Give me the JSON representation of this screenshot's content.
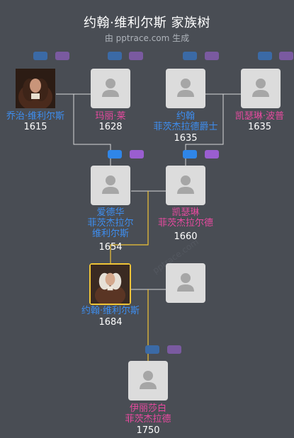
{
  "header": {
    "title": "约翰·维利尔斯 家族树",
    "subtitle": "由 pptrace.com 生成"
  },
  "watermark": "pptrace.com",
  "colors": {
    "background": "#494d54",
    "male": "#3e8ef0",
    "female": "#e84aa0",
    "line": "#d8d8d8",
    "highlight_line": "#f0c436"
  },
  "people": {
    "george": {
      "name_lines": [
        "乔治·维利尔斯"
      ],
      "year": "1615"
    },
    "mary": {
      "name_lines": [
        "玛丽·莱"
      ],
      "year": "1628"
    },
    "john_fenwick": {
      "name_lines": [
        "约翰",
        "菲茨杰拉德爵士"
      ],
      "year": "1635"
    },
    "catherine_power": {
      "name_lines": [
        "凯瑟琳·波普"
      ],
      "year": "1635"
    },
    "edward": {
      "name_lines": [
        "爱德华",
        "菲茨杰拉尔",
        "维利尔斯"
      ],
      "year": "1654"
    },
    "catherine_fitz": {
      "name_lines": [
        "凯瑟琳",
        "菲茨杰拉尔德"
      ],
      "year": "1660"
    },
    "john_villiers": {
      "name_lines": [
        "约翰·维利尔斯"
      ],
      "year": "1684"
    },
    "spouse": {
      "name_lines": [],
      "year": ""
    },
    "elizabeth": {
      "name_lines": [
        "伊丽莎白",
        "菲茨杰拉德"
      ],
      "year": "1750"
    }
  }
}
